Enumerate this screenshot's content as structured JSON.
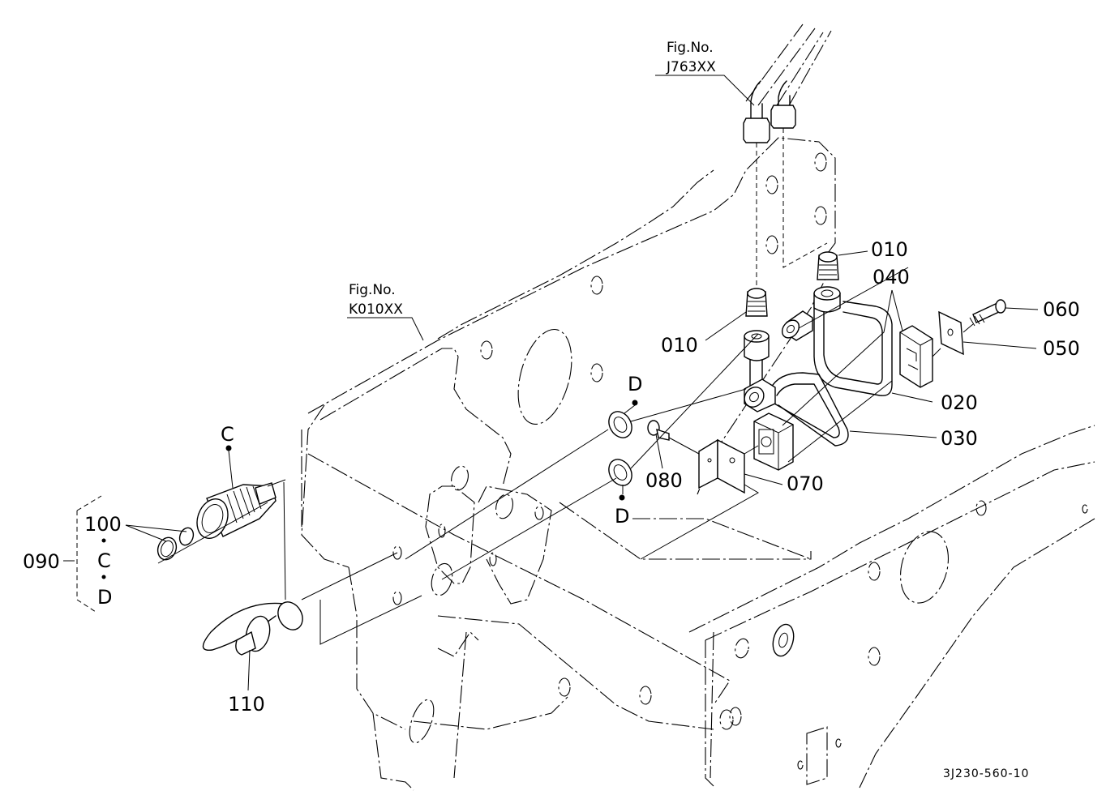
{
  "diagram": {
    "type": "exploded-parts-diagram",
    "drawing_code": "3J230-560-10",
    "figure_references": [
      {
        "line1": "Fig.No.",
        "line2": "J763XX"
      },
      {
        "line1": "Fig.No.",
        "line2": "K010XX"
      }
    ],
    "callouts": {
      "p010a": "010",
      "p010b": "010",
      "p020": "020",
      "p030": "030",
      "p040": "040",
      "p050": "050",
      "p060": "060",
      "p070": "070",
      "p080": "080",
      "p090": "090",
      "p100": "100",
      "p110": "110"
    },
    "ref_markers": {
      "c_top": "C",
      "d_upper": "D",
      "d_lower": "D",
      "group_c": "C",
      "group_d": "D"
    }
  }
}
